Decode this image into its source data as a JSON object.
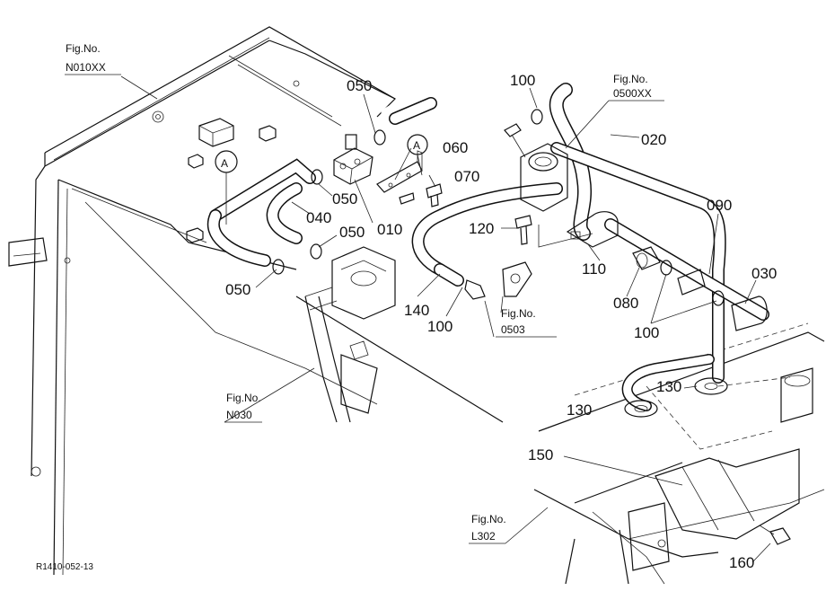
{
  "figure_refs": [
    {
      "id": "n010",
      "line1": "Fig.No.",
      "line2": "N010XX"
    },
    {
      "id": "n0500",
      "line1": "Fig.No.",
      "line2": "0500XX"
    },
    {
      "id": "n0503",
      "line1": "Fig.No.",
      "line2": "0503"
    },
    {
      "id": "n030",
      "line1": "Fig.No.",
      "line2": "N030"
    },
    {
      "id": "l302",
      "line1": "Fig.No.",
      "line2": "L302"
    }
  ],
  "part_labels": {
    "p050a": "050",
    "p050b": "050",
    "p050c": "050",
    "p050d": "050",
    "p100a": "100",
    "p100b": "100",
    "p100c": "100",
    "p020": "020",
    "p060": "060",
    "p070": "070",
    "p040": "040",
    "p010": "010",
    "p120": "120",
    "p110": "110",
    "p090": "090",
    "p030": "030",
    "p080": "080",
    "p140": "140",
    "p130a": "130",
    "p130b": "130",
    "p150": "150",
    "p160": "160"
  },
  "callout_letter": "A",
  "doc_code": "R1410-052-13"
}
